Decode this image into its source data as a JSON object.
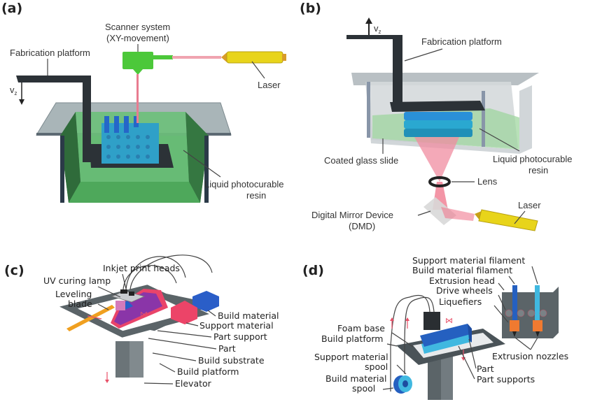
{
  "figure": {
    "panels": [
      {
        "id": "a",
        "label": "(a)",
        "labels": {
          "scanner_line1": "Scanner system",
          "scanner_line2": "(XY-movement)",
          "fabrication_platform": "Fabrication platform",
          "laser": "Laser",
          "resin_line1": "Liquid photocurable",
          "resin_line2": "resin",
          "vz": "v",
          "vz_sub": "z"
        }
      },
      {
        "id": "b",
        "label": "(b)",
        "labels": {
          "fabrication_platform": "Fabrication platform",
          "coated_glass_slide": "Coated glass slide",
          "resin_line1": "Liquid photocurable",
          "resin_line2": "resin",
          "lens": "Lens",
          "laser": "Laser",
          "dmd_line1": "Digital Mirror Device",
          "dmd_line2": "(DMD)",
          "vz": "v",
          "vz_sub": "z"
        }
      },
      {
        "id": "c",
        "label": "(c)",
        "labels": {
          "inkjet_print_heads": "Inkjet print heads",
          "uv_curing_lamp": "UV curing lamp",
          "leveling_line1": "Leveling",
          "leveling_line2": "blade",
          "build_material": "Build material",
          "support_material": "Support material",
          "part_support": "Part support",
          "part": "Part",
          "build_substrate": "Build substrate",
          "build_platform": "Build platform",
          "elevator": "Elevator"
        }
      },
      {
        "id": "d",
        "label": "(d)",
        "labels": {
          "support_material_filament": "Support material filament",
          "build_material_filament": "Build material filament",
          "extrusion_head": "Extrusion head",
          "drive_wheels": "Drive wheels",
          "liquefiers": "Liquefiers",
          "foam_base": "Foam base",
          "build_platform": "Build platform",
          "support_spool_line1": "Support material",
          "support_spool_line2": "spool",
          "build_spool_line1": "Build material",
          "build_spool_line2": "spool",
          "extrusion_nozzles": "Extrusion nozzles",
          "part": "Part",
          "part_supports": "Part supports"
        }
      }
    ]
  }
}
